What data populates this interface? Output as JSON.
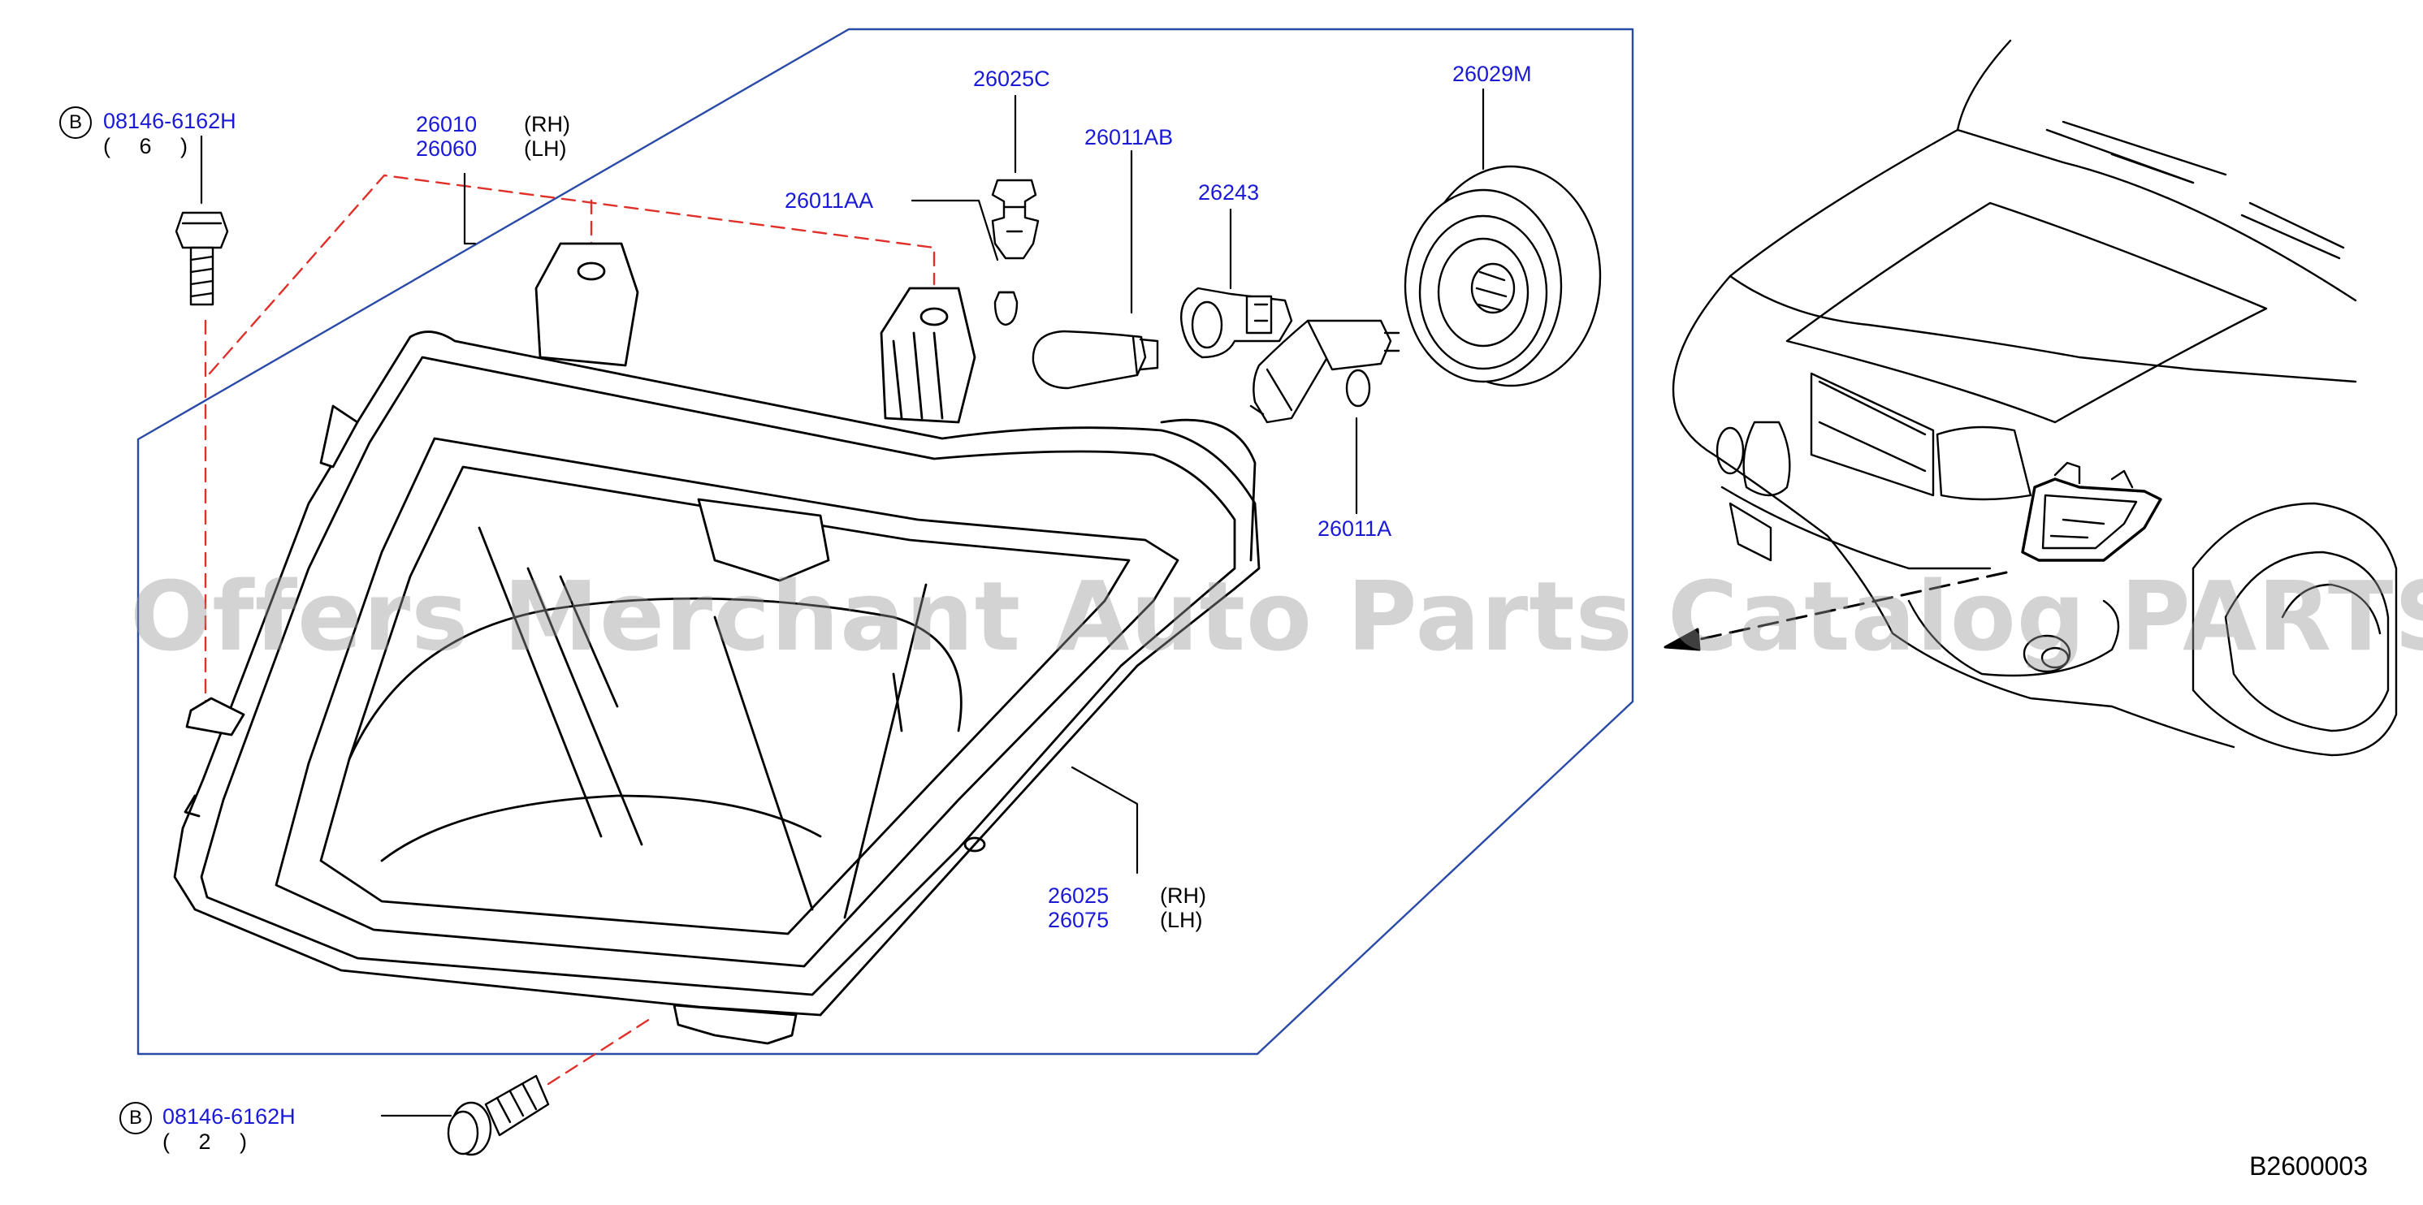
{
  "bolts": [
    {
      "badge": "B",
      "part": "08146-6162H",
      "qty": "( 6 )"
    },
    {
      "badge": "B",
      "part": "08146-6162H",
      "qty": "( 2 )"
    }
  ],
  "parts": {
    "housing_rh": "26010",
    "housing_rh_side": "(RH)",
    "housing_lh": "26060",
    "housing_lh_side": "(LH)",
    "lamp_rh": "26025",
    "lamp_rh_side": "(RH)",
    "lamp_lh": "26075",
    "lamp_lh_side": "(LH)",
    "p26025C": "26025C",
    "p26011AA": "26011AA",
    "p26011AB": "26011AB",
    "p26243": "26243",
    "p26029M": "26029M",
    "p26011A": "26011A"
  },
  "watermark": "Offers Merchant Auto Parts Catalog PARTSTORE.SA",
  "diagram_code": "B2600003",
  "colors": {
    "label_blue": "#1a1ad6",
    "frame_blue": "#2a4aa8",
    "dash_red": "#e0302a",
    "line": "#000000"
  }
}
